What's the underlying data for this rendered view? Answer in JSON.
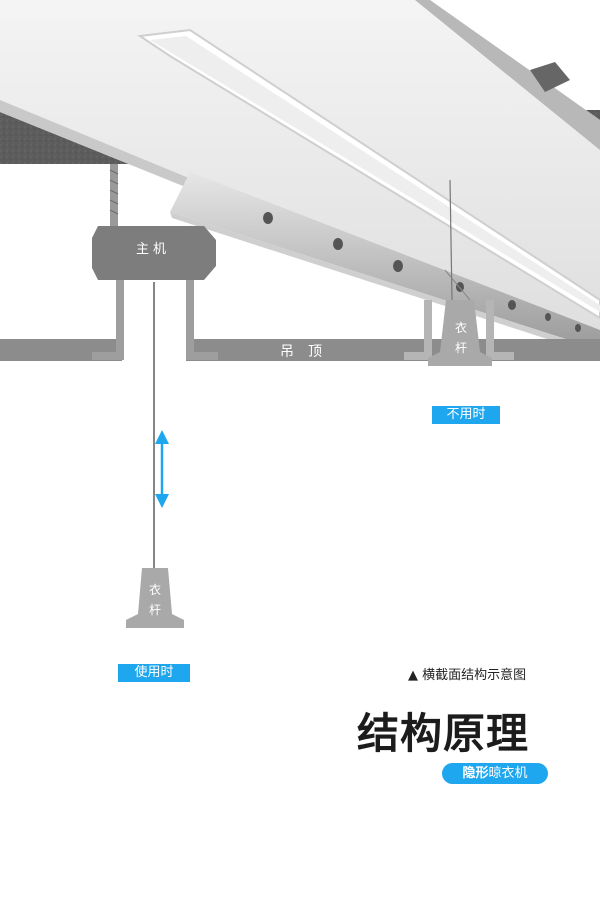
{
  "labels": {
    "host": "主机",
    "ceiling": "吊顶",
    "rod_top": "衣\n杆",
    "rod_bottom": "衣\n杆",
    "not_in_use": "不用时",
    "in_use": "使用时"
  },
  "caption": {
    "marker": "▲",
    "text": "横截面结构示意图"
  },
  "title": "结构原理",
  "subtitle": {
    "bold": "隐形",
    "regular": "晾衣机"
  },
  "colors": {
    "accent": "#1ea6ef",
    "ceiling_gray": "#8c8c8c",
    "concrete": "#5a5a5a",
    "host_gray": "#7d7d7d",
    "rod_gray": "#a9a9a9",
    "title": "#1c1c1c"
  }
}
